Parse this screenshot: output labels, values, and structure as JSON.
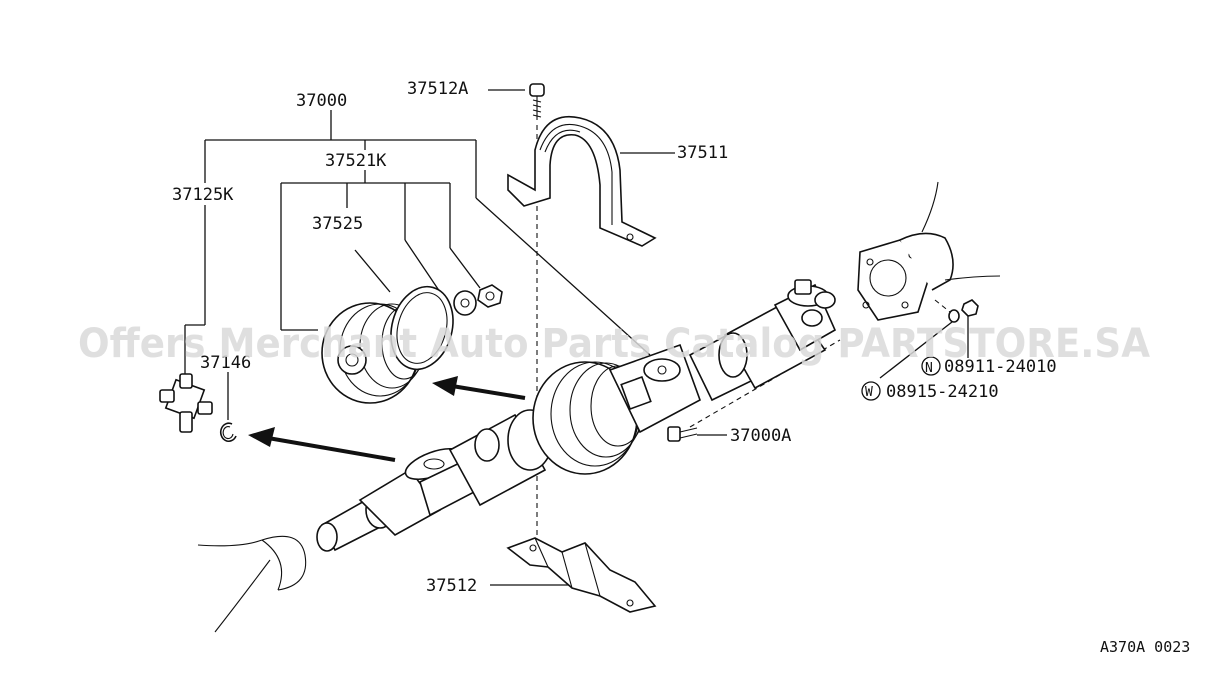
{
  "diagram": {
    "parts": {
      "p37000": "37000",
      "p37512A": "37512A",
      "p37511": "37511",
      "p37521K": "37521K",
      "p37125K": "37125K",
      "p37525": "37525",
      "p37146": "37146",
      "p37000A": "37000A",
      "p37512": "37512",
      "n_part": "08911-24010",
      "w_part": "08915-24210",
      "n_symbol": "N",
      "w_symbol": "W"
    },
    "figure_code": "A370A 0023"
  },
  "watermark": "Offers Merchant Auto Parts Catalog PARTSTORE.SA"
}
